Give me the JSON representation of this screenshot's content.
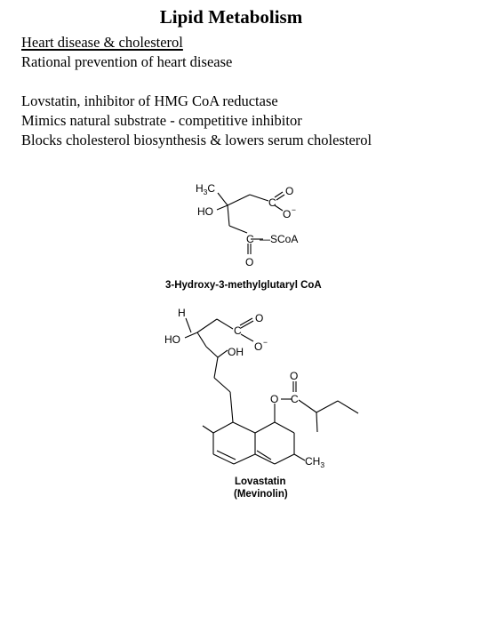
{
  "title": "Lipid Metabolism",
  "lines": [
    "Heart disease & cholesterol",
    "Rational prevention of heart disease",
    "Lovstatin, inhibitor of HMG CoA reductase",
    "Mimics natural substrate - competitive inhibitor",
    "Blocks cholesterol biosynthesis & lowers serum cholesterol"
  ],
  "hmg_coa": {
    "caption": "3-Hydroxy-3-methylglutaryl CoA",
    "labels": {
      "h3c": "H",
      "h3c_sub": "3",
      "h3c_c": "C",
      "ho": "HO",
      "o_top": "O",
      "o_minus": "O",
      "c_acid": "C",
      "c_thio": "C",
      "scoa": "—SCoA",
      "o_bottom": "O",
      "minus": "−"
    }
  },
  "lovastatin": {
    "caption_line1": "Lovastatin",
    "caption_line2": "(Mevinolin)",
    "labels": {
      "h": "H",
      "ho": "HO",
      "c_acid": "C",
      "o_top": "O",
      "o_minus": "O",
      "minus": "−",
      "oh": "OH",
      "o_ester": "O",
      "c_ester": "C",
      "o_carbonyl": "O",
      "ch3": "CH",
      "ch3_sub": "3"
    }
  }
}
